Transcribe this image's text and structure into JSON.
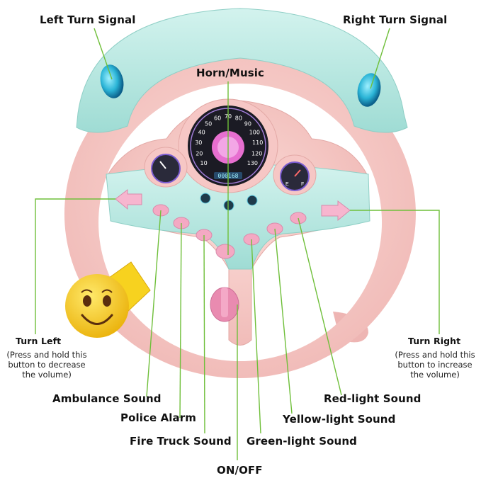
{
  "labels": {
    "left_turn_signal": "Left Turn Signal",
    "right_turn_signal": "Right Turn Signal",
    "horn_music": "Horn/Music",
    "turn_left": "Turn Left",
    "turn_left_note_1": "(Press and hold this",
    "turn_left_note_2": "button to decrease",
    "turn_left_note_3": "the volume)",
    "turn_right": "Turn Right",
    "turn_right_note_1": "(Press and hold this",
    "turn_right_note_2": "button to increase",
    "turn_right_note_3": "the volume)",
    "ambulance_sound": "Ambulance Sound",
    "police_alarm": "Police Alarm",
    "fire_truck_sound": "Fire Truck Sound",
    "green_light_sound": "Green-light Sound",
    "yellow_light_sound": "Yellow-light Sound",
    "red_light_sound": "Red-light Sound",
    "on_off": "ON/OFF"
  },
  "speedometer": {
    "ticks": [
      "10",
      "20",
      "30",
      "40",
      "50",
      "60",
      "70",
      "80",
      "90",
      "100",
      "110",
      "120",
      "130"
    ],
    "odometer": "000168"
  },
  "fuel_gauge": {
    "empty": "E",
    "full": "F"
  },
  "colors": {
    "rim_pink": "#f5c9c6",
    "rim_mint": "#bfe9e3",
    "leader_line_green": "#6fbf3a",
    "smiley_yellow": "#f7d21f",
    "knob_pink": "#e98bb0"
  }
}
